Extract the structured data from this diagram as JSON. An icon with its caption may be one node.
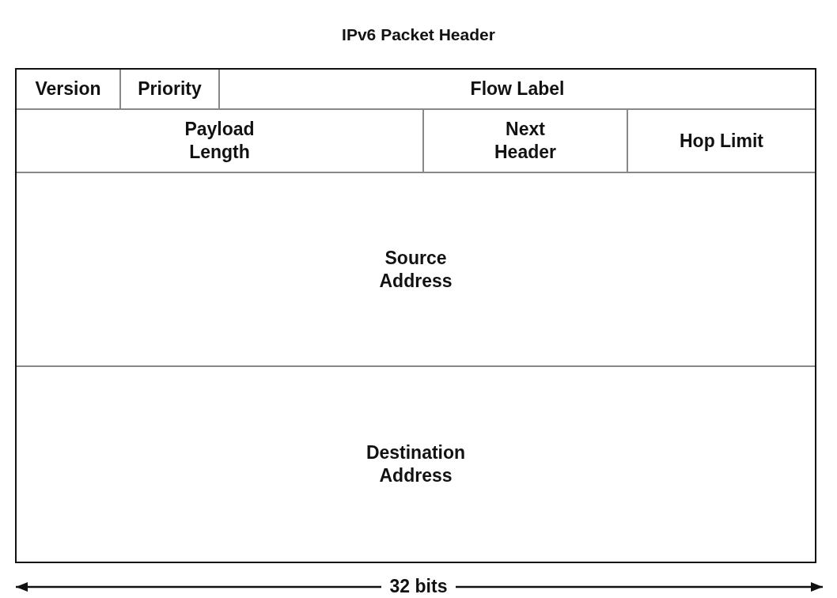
{
  "diagram": {
    "title": "IPv6 Packet Header",
    "nodes": [
      {
        "text": [
          "Version"
        ]
      },
      {
        "text": [
          "Priority"
        ]
      },
      {
        "text": [
          "Flow Label"
        ]
      },
      {
        "text": [
          "Payload Length"
        ]
      },
      {
        "text": [
          "Next Header"
        ]
      },
      {
        "text": [
          "Hop Limit"
        ]
      },
      {
        "text": [
          "Source Address"
        ]
      },
      {
        "text": [
          "Destination Address"
        ]
      }
    ],
    "labels": [
      "32 bits"
    ]
  }
}
